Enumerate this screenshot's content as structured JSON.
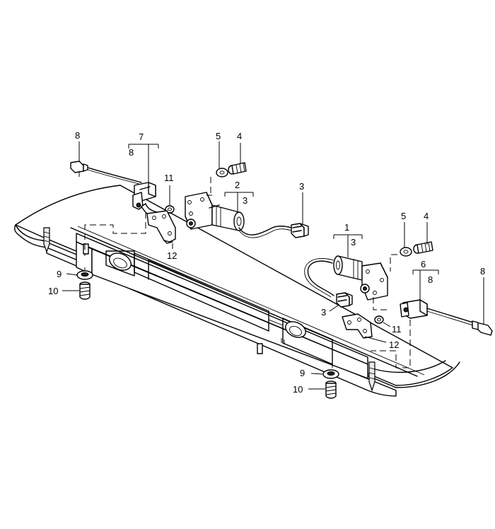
{
  "callouts": {
    "top_left_8": "8",
    "bracket_7": "7",
    "bracket_7_sub": "8",
    "part_5_upper": "5",
    "part_4_upper": "4",
    "part_11_upper": "11",
    "bracket_2": "2",
    "bracket_2_sub": "3",
    "part_3_upper": "3",
    "part_12_upper": "12",
    "part_9_left": "9",
    "part_10_left": "10",
    "bracket_1": "1",
    "bracket_1_sub": "3",
    "part_5_lower": "5",
    "part_4_lower": "4",
    "bracket_6": "6",
    "bracket_6_sub": "8",
    "right_8": "8",
    "part_3_lower": "3",
    "part_11_lower": "11",
    "part_12_lower": "12",
    "part_9_bottom": "9",
    "part_10_bottom": "10"
  }
}
